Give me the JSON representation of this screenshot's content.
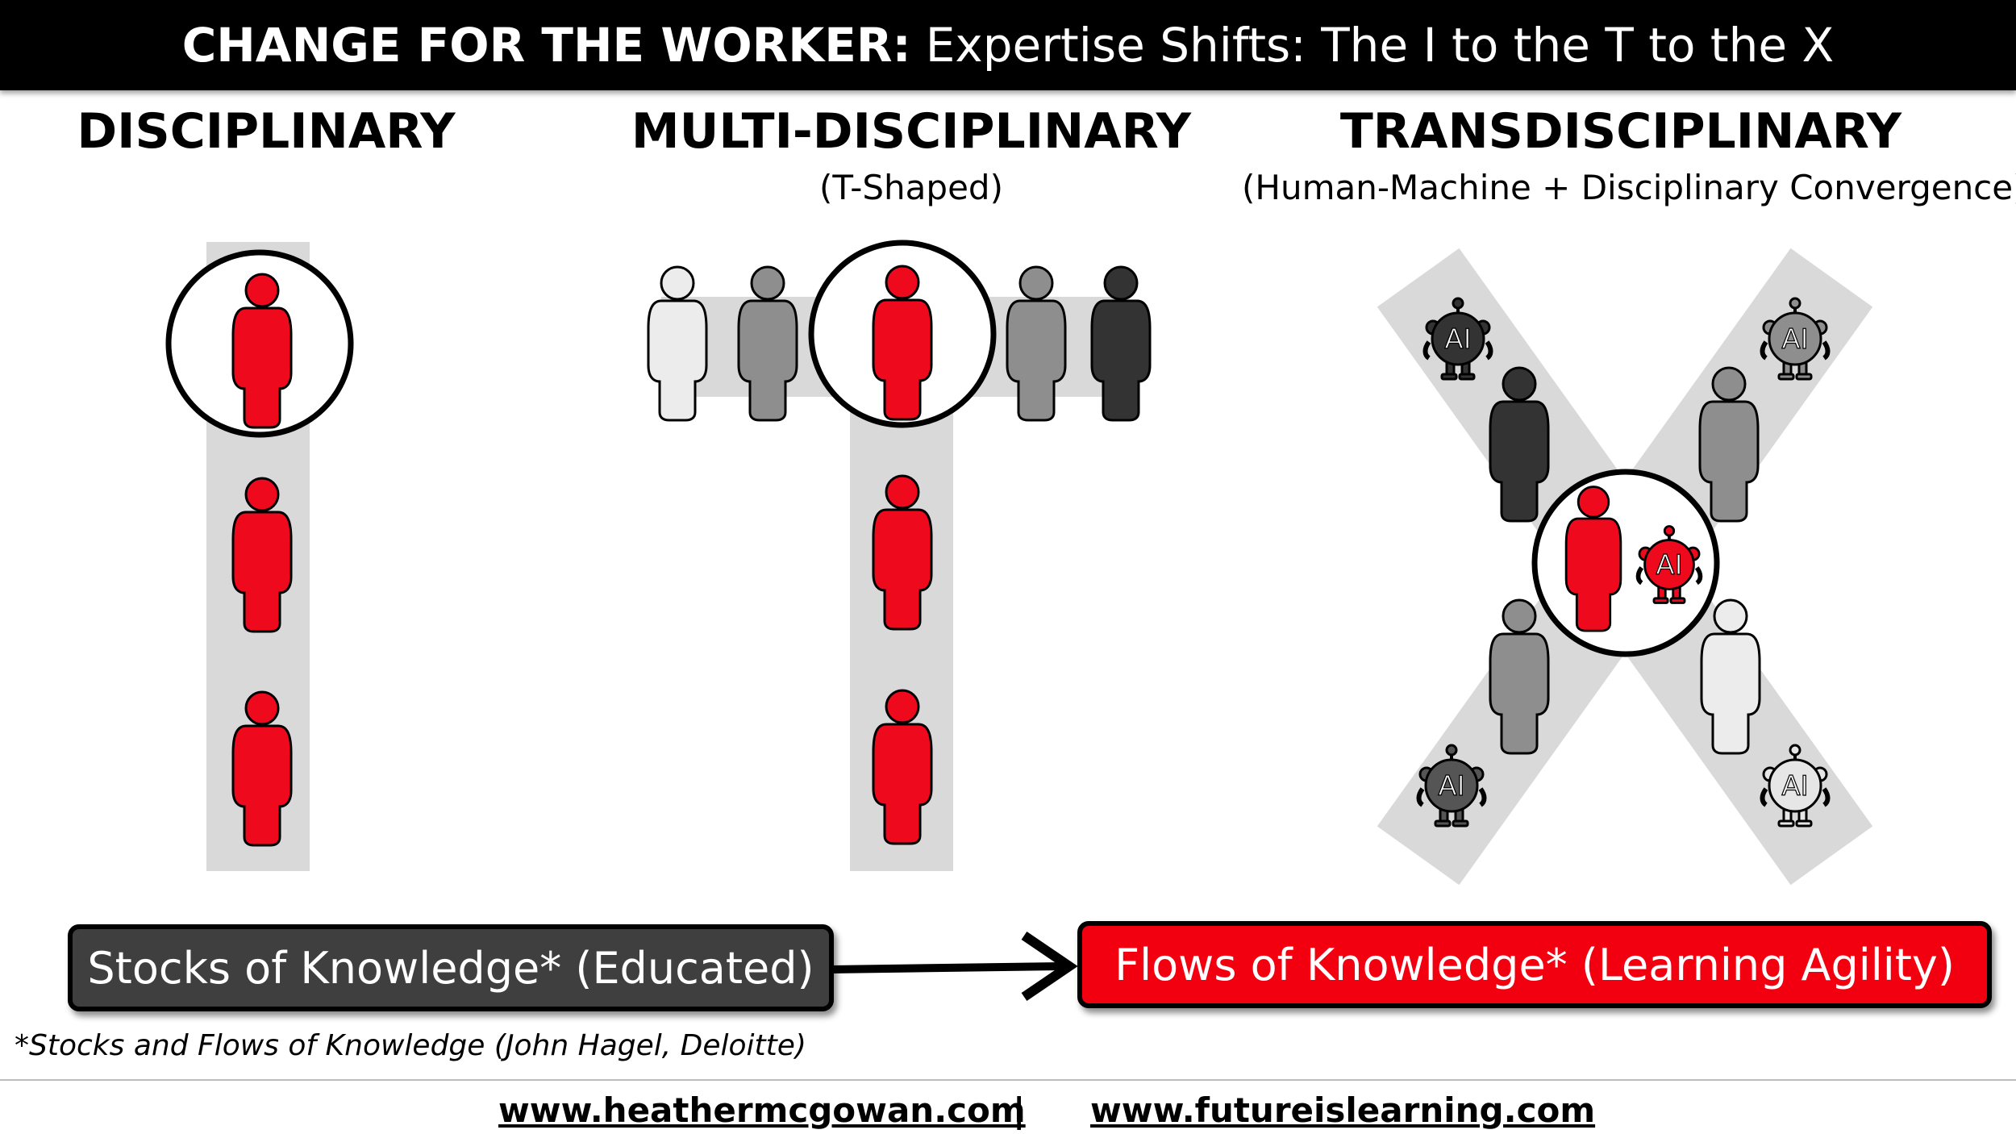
{
  "header": {
    "title_bold": "CHANGE FOR THE WORKER:",
    "title_rest": "Expertise Shifts: The I to the T to the X"
  },
  "columns": [
    {
      "title": "DISCIPLINARY",
      "subtitle": ""
    },
    {
      "title": "MULTI-DISCIPLINARY",
      "subtitle": "(T-Shaped)"
    },
    {
      "title": "TRANSDISCIPLINARY",
      "subtitle": "(Human-Machine + Disciplinary Convergence)"
    }
  ],
  "robot_label": "AI",
  "boxes": {
    "stocks": "Stocks of Knowledge* (Educated)",
    "flows": "Flows of Knowledge* (Learning Agility)"
  },
  "footnote": "*Stocks and Flows of Knowledge (John Hagel, Deloitte)",
  "footer": {
    "link1": "www.heathermcgowan.com",
    "separator": "|",
    "link2": "www.futureislearning.com"
  },
  "colors": {
    "red": "#ee0a1c",
    "band": "#d9d9d9",
    "dark": "#333333",
    "mid": "#8c8c8c",
    "light": "#e6e6e6"
  }
}
